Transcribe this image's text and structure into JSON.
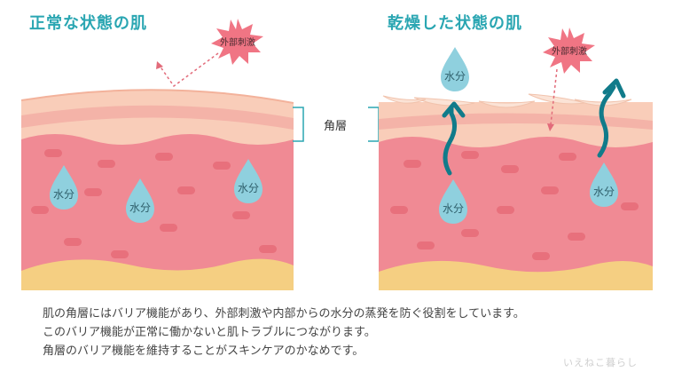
{
  "titles": {
    "normal": "正常な状態の肌",
    "dry": "乾燥した状態の肌"
  },
  "labels": {
    "external_stimulus": "外部刺激",
    "stratum_corneum": "角層",
    "moisture": "水分"
  },
  "caption": {
    "line1": "肌の角層にはバリア機能があり、外部刺激や内部からの水分の蒸発を防ぐ役割をしています。",
    "line2": "このバリア機能が正常に働かないと肌トラブルにつながります。",
    "line3": "角層のバリア機能を維持することがスキンケアのかなめです。"
  },
  "watermark": "いえねこ暮らし",
  "colors": {
    "title": "#2aa6b2",
    "stratum": "#f9cdb9",
    "dermis": "#f08a94",
    "fat": "#f5cf82",
    "droplet": "#8fd0de",
    "arrow": "#117b8a",
    "burst": "#f07584"
  }
}
